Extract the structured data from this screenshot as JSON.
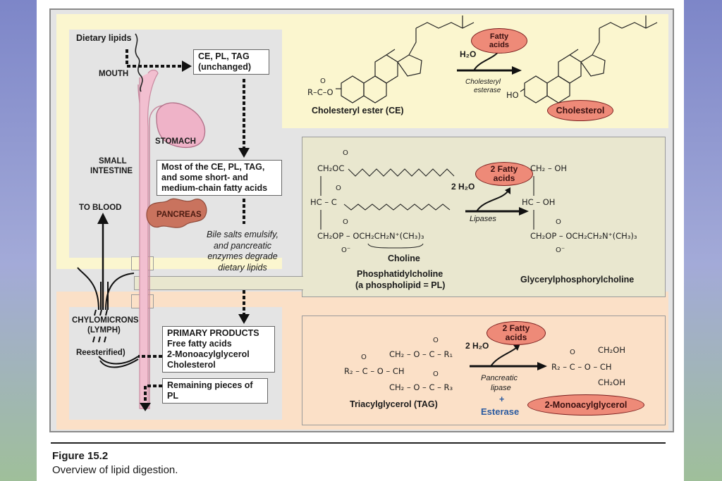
{
  "ui": {
    "labels": {
      "dietary_lipids": "Dietary lipids",
      "mouth": "MOUTH",
      "stomach": "STOMACH",
      "small_intestine_1": "SMALL",
      "small_intestine_2": "INTESTINE",
      "to_blood": "TO BLOOD",
      "pancreas": "PANCREAS",
      "chylomicrons": "CHYLOMICRONS",
      "lymph": "(LYMPH)",
      "reesterified": "Reesterified)"
    },
    "boxes": {
      "unchanged_1": "CE, PL, TAG",
      "unchanged_2": "(unchanged)",
      "degrade_1": "Most of the CE, PL, TAG,",
      "degrade_2": "and some short- and",
      "degrade_3": "medium-chain fatty acids",
      "primary_1": "PRIMARY PRODUCTS",
      "primary_2": "Free fatty acids",
      "primary_3": "2-Monoacylglycerol",
      "primary_4": "Cholesterol",
      "remaining_1": "Remaining pieces of",
      "remaining_2": "PL"
    },
    "bile": {
      "l1": "Bile salts emulsify,",
      "l2": "and pancreatic",
      "l3": "enzymes degrade",
      "l4": "dietary lipids"
    },
    "ce_panel": {
      "substrate": "Cholesteryl ester (CE)",
      "water": "H₂O",
      "enzyme_1": "Cholesteryl",
      "enzyme_2": "esterase",
      "fatty_1": "Fatty",
      "fatty_2": "acids",
      "product": "Cholesterol",
      "ho": "HO",
      "ester_o": "O",
      "ester_rco": "R–C–O"
    },
    "pl_panel": {
      "water": "2 H₂O",
      "enzyme": "Lipases",
      "fatty_1": "2 Fatty",
      "fatty_2": "acids",
      "choline": "Choline",
      "substrate_1": "Phosphatidylcholine",
      "substrate_2": "(a phospholipid = PL)",
      "product": "Glycerylphosphorylcholine",
      "r1": "CH₂OC",
      "r2": "HC – C",
      "r3": "CH₂OP – OCH₂CH₂N⁺(CH₃)₃",
      "p1": "CH₂ – OH",
      "p2": "HC – OH",
      "p3": "CH₂OP – OCH₂CH₂N⁺(CH₃)₃",
      "o": "O",
      "ominus": "O⁻"
    },
    "tag_panel": {
      "water": "2 H₂O",
      "enzyme_1": "Pancreatic",
      "enzyme_2": "lipase",
      "plus": "+",
      "esterase": "Esterase",
      "fatty_1": "2 Fatty",
      "fatty_2": "acids",
      "substrate": "Triacylglycerol (TAG)",
      "product": "2-Monoacylglycerol",
      "s1": "CH₂ – O – C – R₁",
      "s2": "R₂ – C – O – CH",
      "s3": "CH₂ – O – C – R₃",
      "q1": "CH₂OH",
      "q2": "R₂ – C – O – CH",
      "q3": "CH₂OH",
      "o": "O"
    },
    "caption": {
      "title": "Figure 15.2",
      "text": "Overview of lipid digestion."
    },
    "colors": {
      "yellow_panel": "#fbf6cf",
      "olive_panel": "#e9e7cf",
      "peach_panel": "#fbe0c7",
      "salmon_oval": "#ee8a78",
      "gut_pink": "#f2bfd0",
      "pancreas": "#c9735e",
      "esterase_blue": "#2a5aa0"
    }
  }
}
